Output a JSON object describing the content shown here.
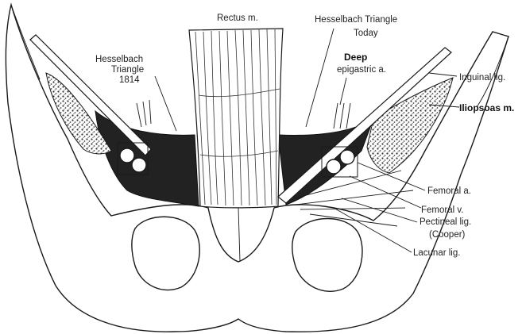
{
  "labels": {
    "rectus": "Rectus m.",
    "hesselbach_1814_line1": "Hesselbach",
    "hesselbach_1814_line2": "Triangle",
    "hesselbach_1814_line3": "1814",
    "hesselbach_today_line1": "Hesselbach Triangle",
    "hesselbach_today_line2": "Today",
    "deep_epigastric_line1": "Deep",
    "deep_epigastric_line2": "epigastric a.",
    "inguinal_lig": "Inguinal lig.",
    "iliopsoas": "Iliopsoas m.",
    "femoral_a": "Femoral a.",
    "femoral_v": "Femoral v.",
    "pectineal_lig_line1": "Pectineal lig.",
    "pectineal_lig_line2": "(Cooper)",
    "lacunar_lig": "Lacunar lig."
  },
  "colors": {
    "ink": "#1a1a1a",
    "dark_fill": "#222222",
    "background": "#ffffff"
  }
}
